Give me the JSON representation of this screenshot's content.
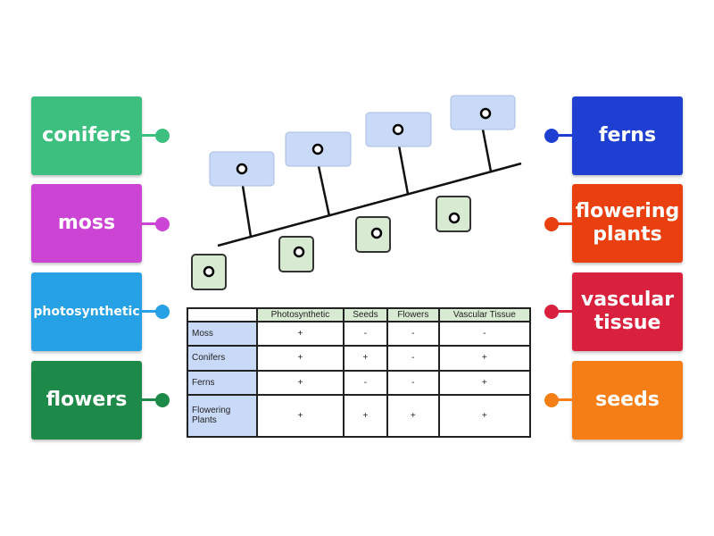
{
  "left_tiles": [
    {
      "label": "conifers",
      "color": "#3dbf7f",
      "dot_color": "#3dbf7f"
    },
    {
      "label": "moss",
      "color": "#cc44d3",
      "dot_color": "#cc44d3"
    },
    {
      "label": "photosynthetic",
      "color": "#27a1e5",
      "dot_color": "#27a1e5"
    },
    {
      "label": "flowers",
      "color": "#1e8a49",
      "dot_color": "#1e8a49"
    }
  ],
  "right_tiles": [
    {
      "label": "ferns",
      "color": "#1f3fd3",
      "dot_color": "#1f3fd3"
    },
    {
      "label": "flowering plants",
      "color": "#ea3f0e",
      "dot_color": "#ea3f0e"
    },
    {
      "label": "vascular tissue",
      "color": "#d9203c",
      "dot_color": "#d9203c"
    },
    {
      "label": "seeds",
      "color": "#f57e17",
      "dot_color": "#f57e17"
    }
  ],
  "table": {
    "headers": [
      "Photosynthetic",
      "Seeds",
      "Flowers",
      "Vascular Tissue"
    ],
    "rows": [
      {
        "name": "Moss",
        "values": [
          "+",
          "-",
          "-",
          "-"
        ]
      },
      {
        "name": "Conifers",
        "values": [
          "+",
          "+",
          "-",
          "+"
        ]
      },
      {
        "name": "Ferns",
        "values": [
          "+",
          "-",
          "-",
          "+"
        ]
      },
      {
        "name": "Flowering Plants",
        "values": [
          "+",
          "+",
          "+",
          "+"
        ]
      }
    ]
  },
  "colors": {
    "branch_box": "#c9daf8",
    "trait_box": "#d9ead3",
    "line": "#111111"
  }
}
